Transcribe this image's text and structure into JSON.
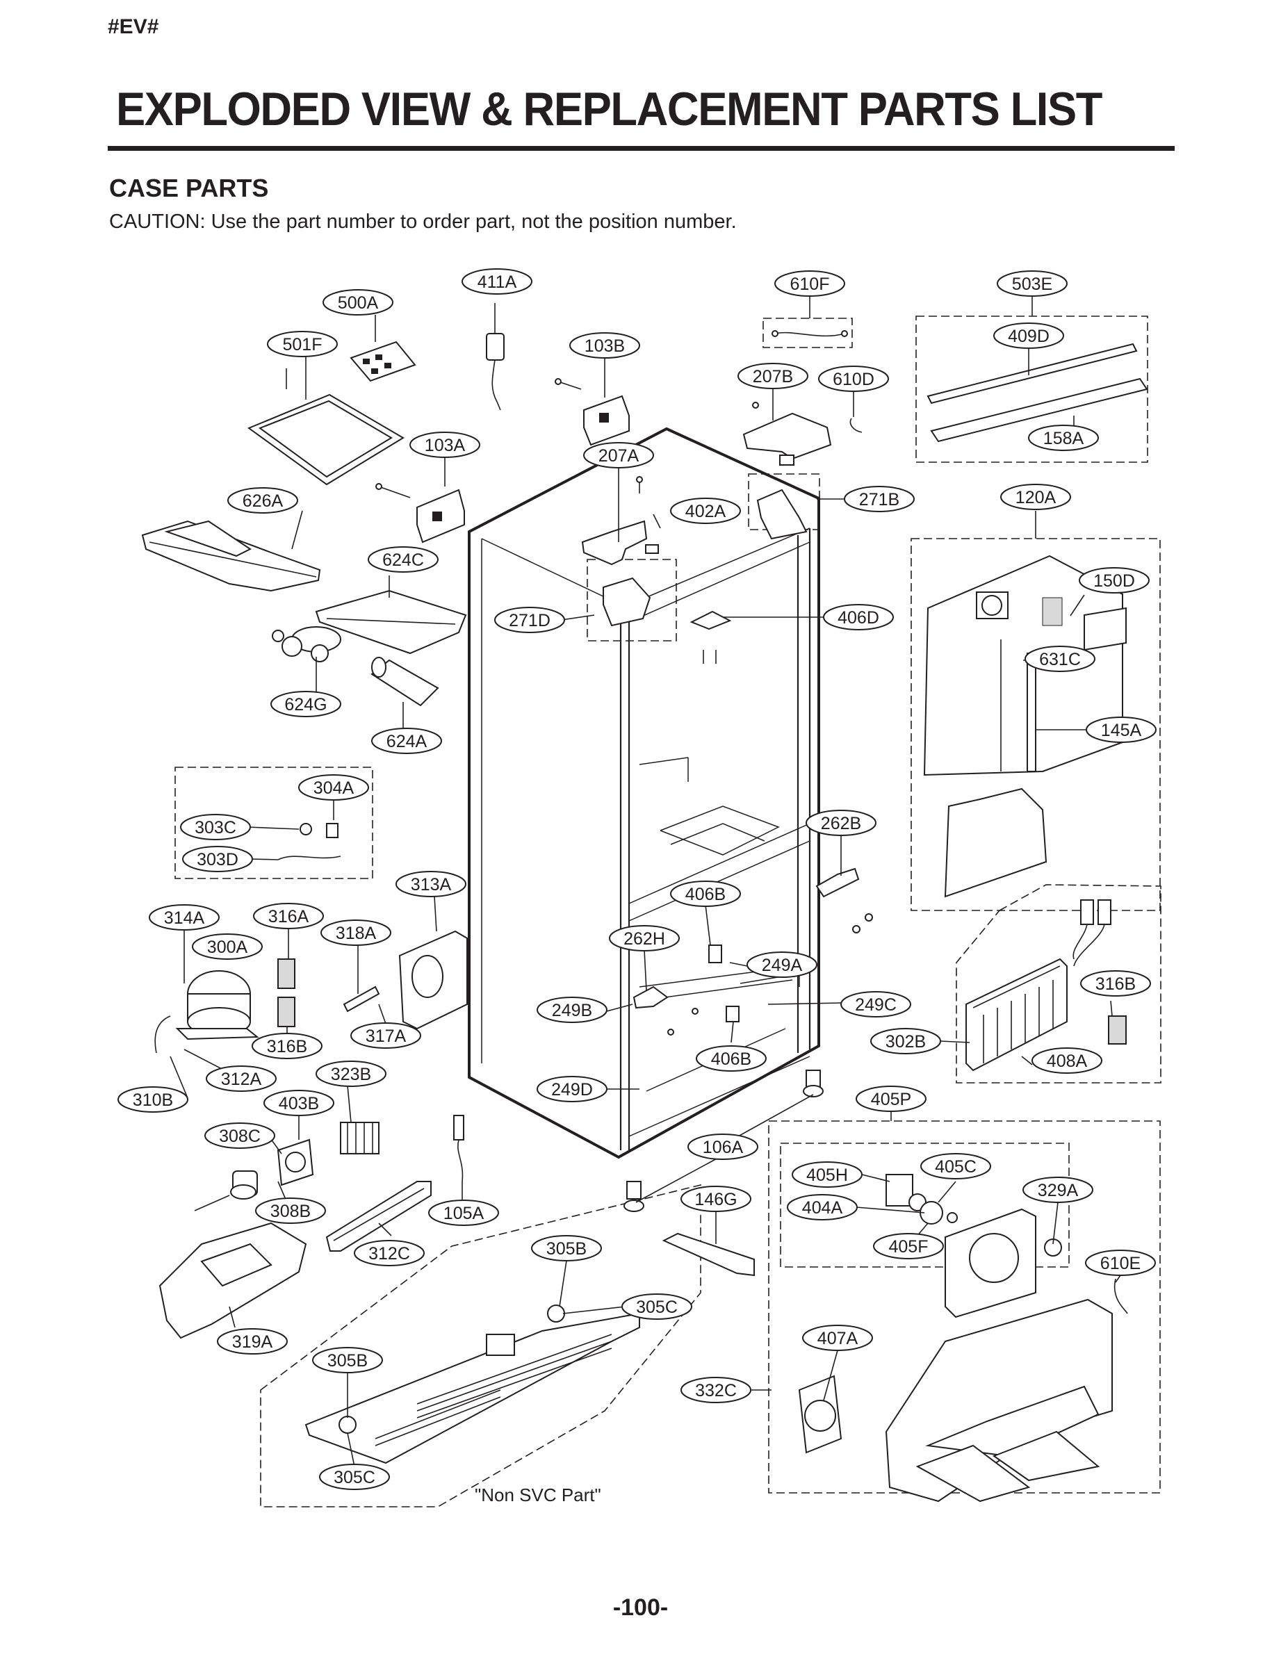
{
  "header": {
    "code": "#EV#",
    "title": "EXPLODED VIEW & REPLACEMENT PARTS LIST",
    "section": "CASE PARTS",
    "caution": "CAUTION: Use the part number to order part, not the position number."
  },
  "diagram": {
    "labels": {
      "l411A": "411A",
      "l610F": "610F",
      "l503E": "503E",
      "l500A": "500A",
      "l501F": "501F",
      "l103B": "103B",
      "l409D": "409D",
      "l207B": "207B",
      "l610D": "610D",
      "l103A": "103A",
      "l207A": "207A",
      "l158A": "158A",
      "l626A": "626A",
      "l402A": "402A",
      "l271B": "271B",
      "l120A": "120A",
      "l624C": "624C",
      "l150D": "150D",
      "l271D": "271D",
      "l406D": "406D",
      "l631C": "631C",
      "l624G": "624G",
      "l624A": "624A",
      "l145A": "145A",
      "l304A": "304A",
      "l303C": "303C",
      "l303D": "303D",
      "l262B": "262B",
      "l313A": "313A",
      "l406B_top": "406B",
      "l314A": "314A",
      "l316A": "316A",
      "l318A": "318A",
      "l262H": "262H",
      "l300A": "300A",
      "l249A": "249A",
      "l316B_right": "316B",
      "l249B": "249B",
      "l249C": "249C",
      "l317A": "317A",
      "l302B": "302B",
      "l316B_left": "316B",
      "l406B_bottom": "406B",
      "l408A": "408A",
      "l312A": "312A",
      "l323B": "323B",
      "l249D": "249D",
      "l310B": "310B",
      "l403B": "403B",
      "l405P": "405P",
      "l308C": "308C",
      "l106A": "106A",
      "l405H": "405H",
      "l405C": "405C",
      "l329A": "329A",
      "l404A": "404A",
      "l308B": "308B",
      "l146G": "146G",
      "l105A": "105A",
      "l405F": "405F",
      "l312C": "312C",
      "l305B_top": "305B",
      "l610E": "610E",
      "l305C_right": "305C",
      "l319A": "319A",
      "l407A": "407A",
      "l305B_bottom": "305B",
      "l332C": "332C",
      "l305C_bottom": "305C"
    },
    "note": "\"Non SVC Part\""
  },
  "footer": {
    "page_number": "-100-"
  }
}
